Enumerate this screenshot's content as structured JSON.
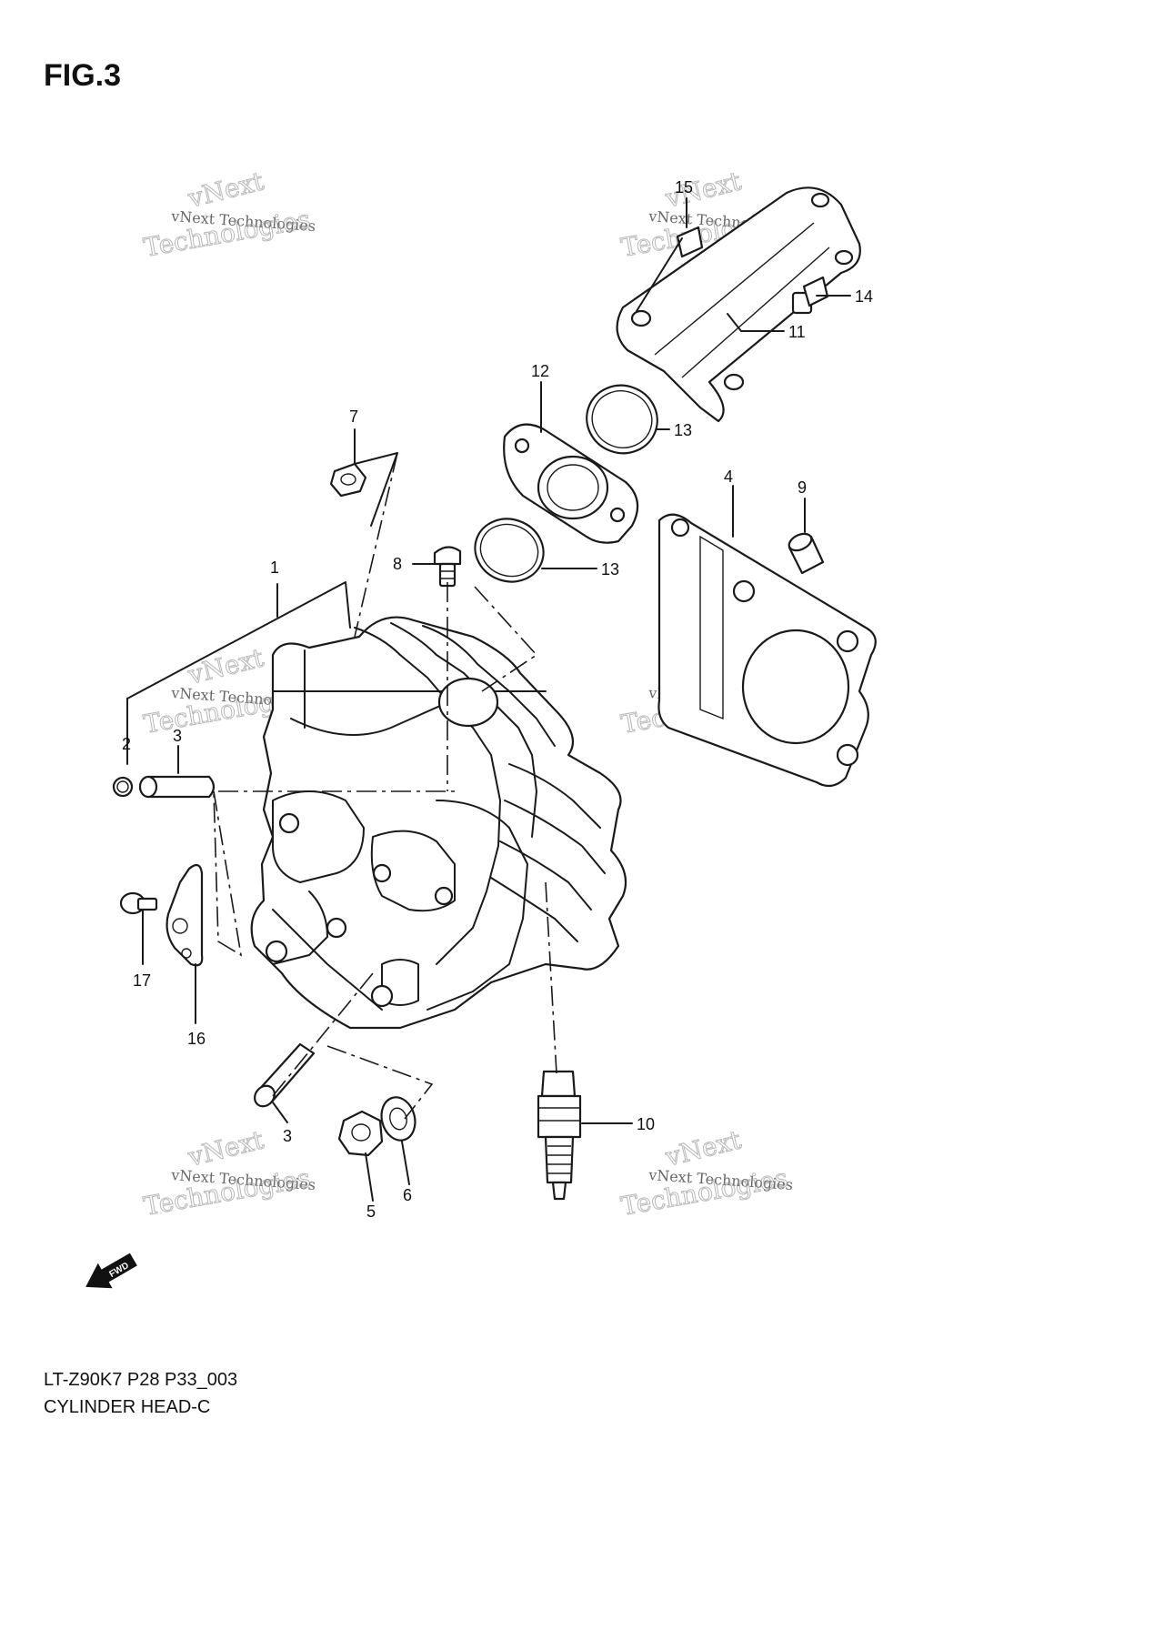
{
  "figure": {
    "title": "FIG.3",
    "model_code": "LT-Z90K7 P28 P33_003",
    "caption": "CYLINDER HEAD-C"
  },
  "fwd_label": "FWD",
  "watermark": {
    "line1": "vNext Technologies",
    "line2": "vNext",
    "line3": "Technologies"
  },
  "part_labels": [
    "1",
    "2",
    "3",
    "3",
    "4",
    "5",
    "6",
    "7",
    "8",
    "9",
    "10",
    "11",
    "12",
    "13",
    "13",
    "14",
    "15",
    "16",
    "17"
  ]
}
